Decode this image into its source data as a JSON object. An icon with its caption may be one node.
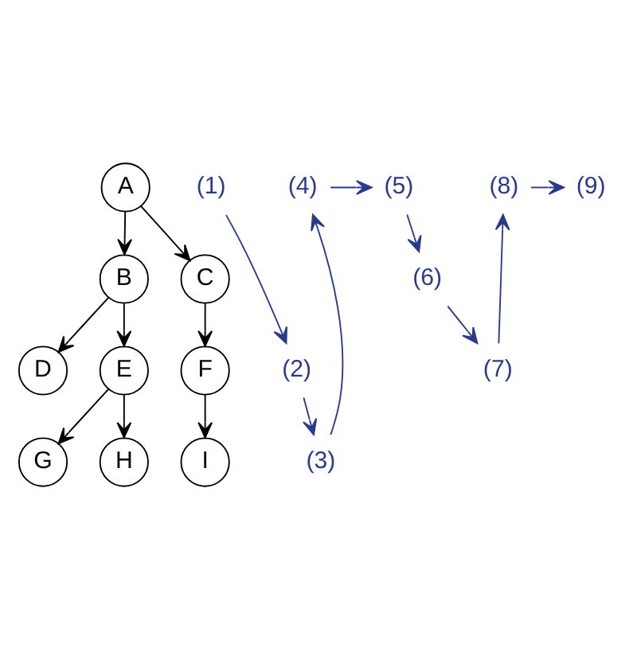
{
  "diagram": {
    "nodes": [
      {
        "text": [
          "A"
        ]
      },
      {
        "text": [
          "B"
        ]
      },
      {
        "text": [
          "C"
        ]
      },
      {
        "text": [
          "D"
        ]
      },
      {
        "text": [
          "E"
        ]
      },
      {
        "text": [
          "F"
        ]
      },
      {
        "text": [
          "G"
        ]
      },
      {
        "text": [
          "H"
        ]
      },
      {
        "text": [
          "I"
        ]
      },
      {
        "text": [
          "(1)"
        ]
      },
      {
        "text": [
          "(2)"
        ]
      },
      {
        "text": [
          "(3)"
        ]
      },
      {
        "text": [
          "(4)"
        ]
      },
      {
        "text": [
          "(5)"
        ]
      },
      {
        "text": [
          "(6)"
        ]
      },
      {
        "text": [
          "(7)"
        ]
      },
      {
        "text": [
          "(8)"
        ]
      },
      {
        "text": [
          "(9)"
        ]
      }
    ],
    "edges": [
      {
        "from": 0,
        "to": 1,
        "arrow": "to"
      },
      {
        "from": 0,
        "to": 2,
        "arrow": "to"
      },
      {
        "from": 1,
        "to": 3,
        "arrow": "to"
      },
      {
        "from": 1,
        "to": 4,
        "arrow": "to"
      },
      {
        "from": 4,
        "to": 6,
        "arrow": "to"
      },
      {
        "from": 4,
        "to": 7,
        "arrow": "to"
      },
      {
        "from": 2,
        "to": 5,
        "arrow": "to"
      },
      {
        "from": 5,
        "to": 8,
        "arrow": "to"
      },
      {
        "from": 9,
        "to": 10,
        "arrow": "to",
        "color": "#2b3a8c"
      },
      {
        "from": 10,
        "to": 11,
        "arrow": "to",
        "color": "#2b3a8c"
      },
      {
        "from": 11,
        "to": 12,
        "arrow": "to",
        "color": "#2b3a8c"
      },
      {
        "from": 12,
        "to": 13,
        "arrow": "to",
        "color": "#2b3a8c"
      },
      {
        "from": 13,
        "to": 14,
        "arrow": "to",
        "color": "#2b3a8c"
      },
      {
        "from": 14,
        "to": 15,
        "arrow": "to",
        "color": "#2b3a8c"
      },
      {
        "from": 15,
        "to": 16,
        "arrow": "to",
        "color": "#2b3a8c"
      },
      {
        "from": 16,
        "to": 17,
        "arrow": "to",
        "color": "#2b3a8c"
      }
    ]
  }
}
